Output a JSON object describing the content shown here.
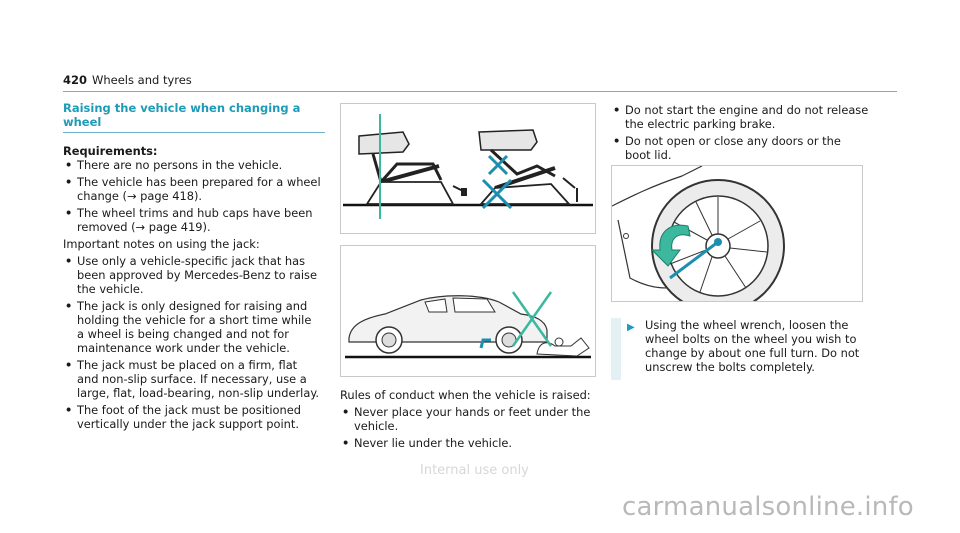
{
  "header": {
    "page_number": "420",
    "title": "Wheels and tyres"
  },
  "col1": {
    "section_title": "Raising the vehicle when changing a wheel",
    "requirements_heading": "Requirements:",
    "requirements": [
      "There are no persons in the vehicle.",
      "The vehicle has been prepared for a wheel change (→ page 418).",
      "The wheel trims and hub caps have been removed (→ page 419)."
    ],
    "notes_intro": "Important notes on using the jack:",
    "notes": [
      "Use only a vehicle-specific jack that has been approved by Mercedes-Benz to raise the vehicle.",
      "The jack is only designed for raising and holding the vehicle for a short time while a wheel is being changed and not for maintenance work under the vehicle.",
      "The jack must be placed on a firm, flat and non-slip surface. If necessary, use a large, flat, load-bearing, non-slip underlay.",
      "The foot of the jack must be positioned vertically under the jack support point."
    ]
  },
  "col2": {
    "rules_intro": "Rules of conduct when the vehicle is raised:",
    "rules": [
      "Never place your hands or feet under the vehicle.",
      "Never lie under the vehicle."
    ]
  },
  "col3": {
    "bullets": [
      "Do not start the engine and do not release the electric parking brake.",
      "Do not open or close any doors or the boot lid."
    ],
    "step_arrow": "▶",
    "step": "Using the wheel wrench, loosen the wheel bolts on the wheel you wish to change by about one full turn. Do not unscrew the bolts completely."
  },
  "watermark": "Internal use only",
  "footer_watermark": "carmanualsonline.info",
  "colors": {
    "accent": "#1d9bb7",
    "rule_line": "#6fb3c6",
    "figure_green": "#3bb89e",
    "figure_blue": "#1c8fb0"
  }
}
